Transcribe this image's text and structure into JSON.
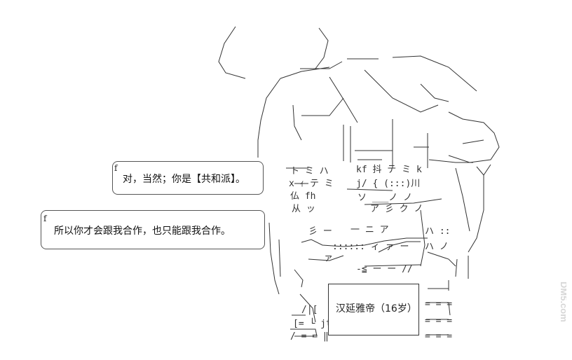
{
  "dialogue": [
    {
      "speaker_mark": "f",
      "text": "对，当然；你是【共和派】。"
    },
    {
      "speaker_mark": "f",
      "text": "所以你才会跟我合作，也只能跟我合作。"
    }
  ],
  "nameplate": {
    "text": "汉延雅帝（16岁）"
  },
  "watermark": {
    "text": "DM5.com"
  },
  "colors": {
    "ink": "#333333",
    "background": "#ffffff"
  }
}
